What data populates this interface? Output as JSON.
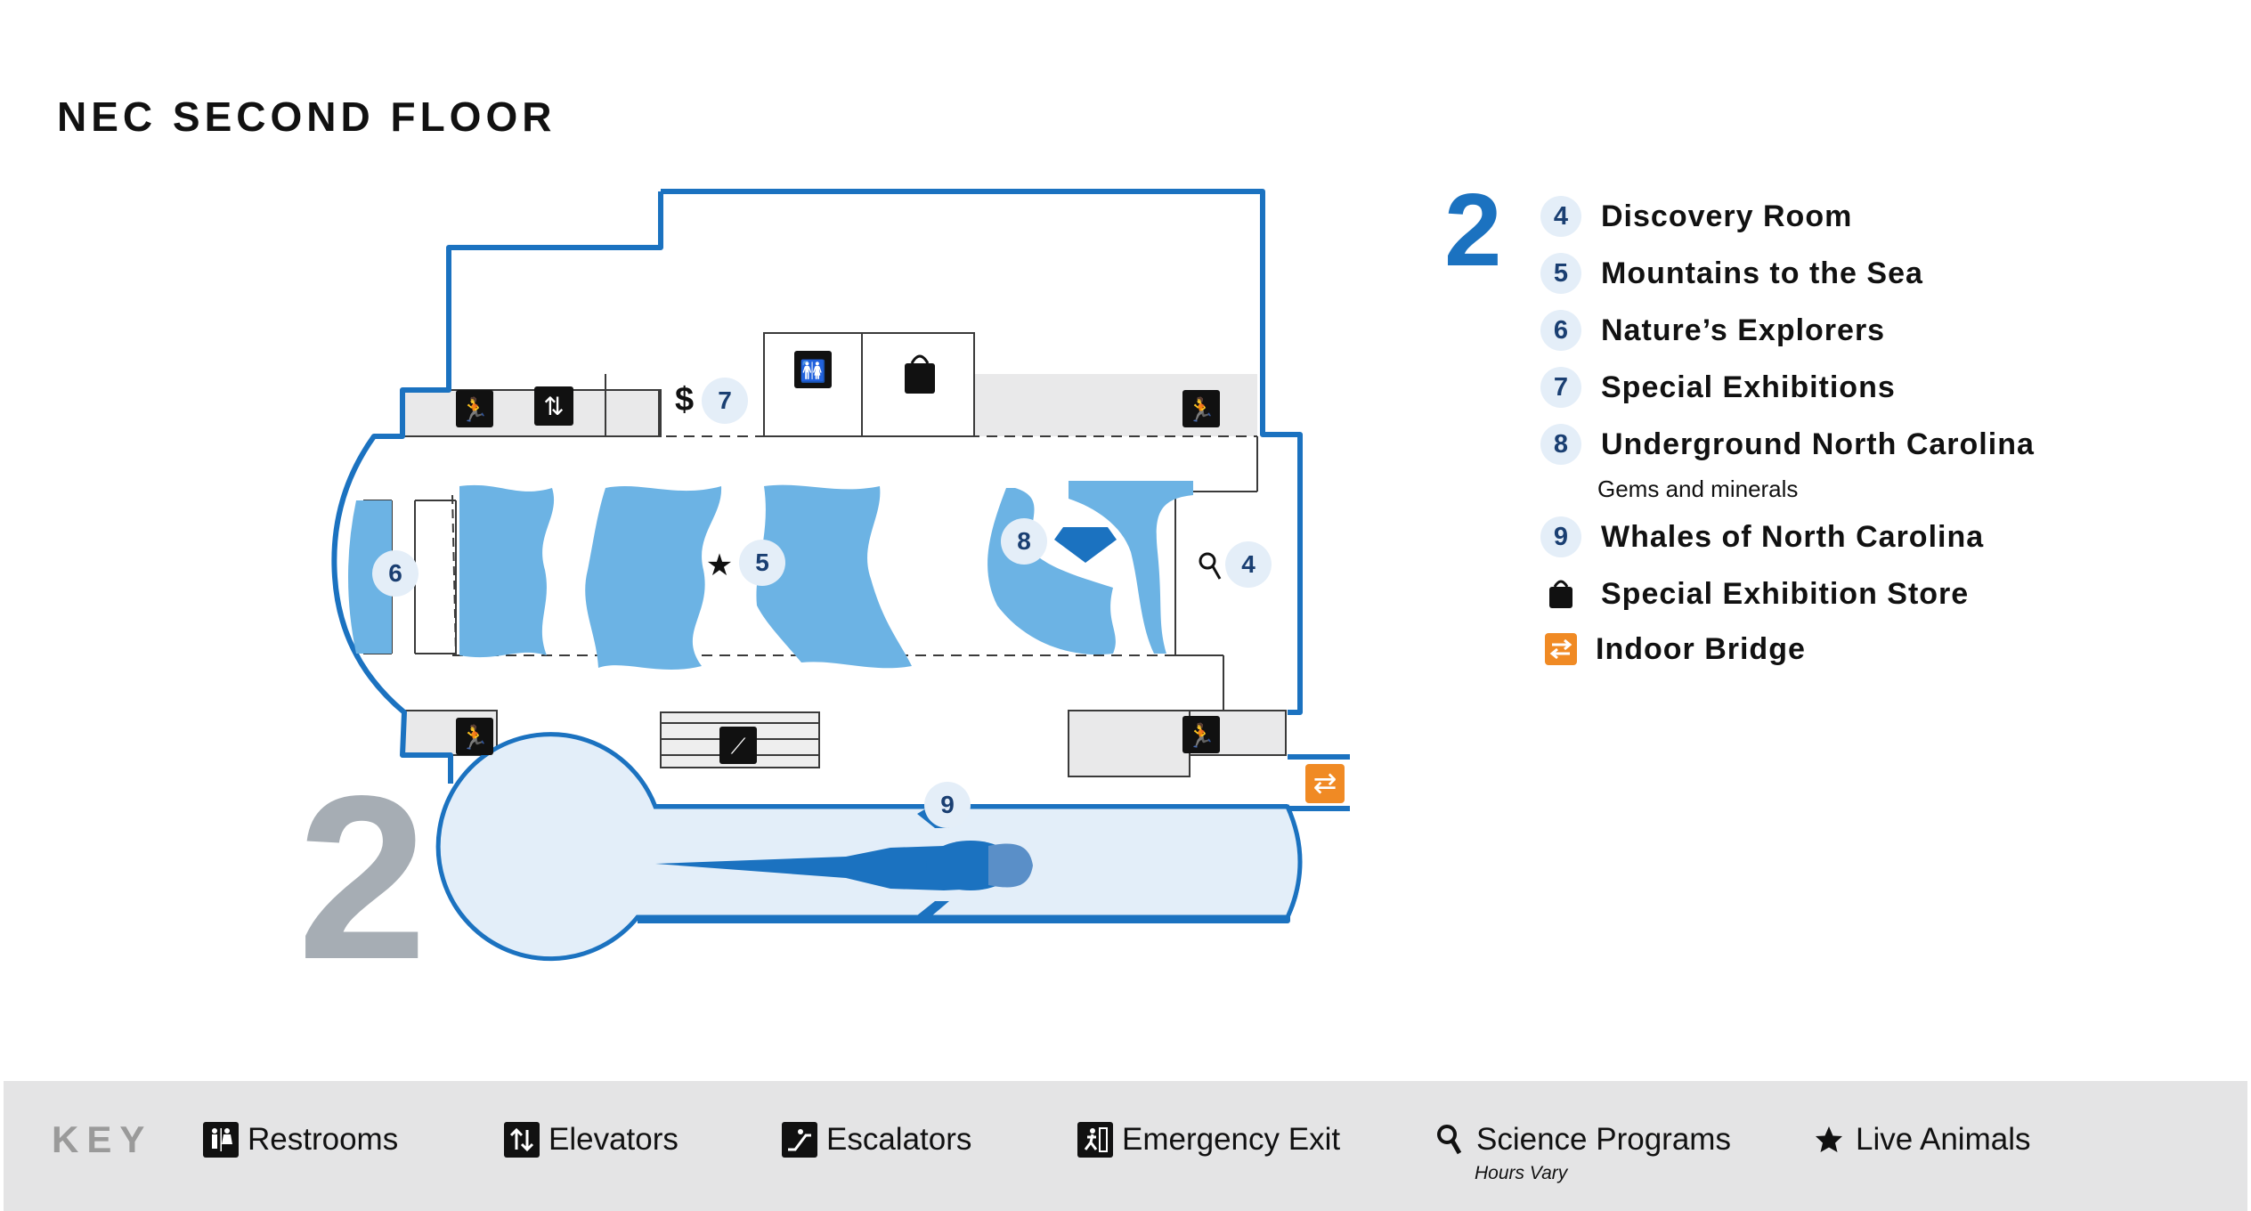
{
  "title": "NEC SECOND FLOOR",
  "floor_number": "2",
  "map_labels": {
    "exhibit_4": "4",
    "exhibit_5": "5",
    "exhibit_6": "6",
    "exhibit_7": "7",
    "exhibit_8": "8",
    "exhibit_9": "9",
    "atm_symbol": "$"
  },
  "legend": {
    "floor": "2",
    "items": [
      {
        "num": "4",
        "label": "Discovery Room"
      },
      {
        "num": "5",
        "label": "Mountains to the Sea"
      },
      {
        "num": "6",
        "label": "Nature’s Explorers"
      },
      {
        "num": "7",
        "label": "Special Exhibitions"
      },
      {
        "num": "8",
        "label": "Underground North Carolina",
        "sub": "Gems and minerals"
      },
      {
        "num": "9",
        "label": "Whales of North Carolina"
      }
    ],
    "store_label": "Special Exhibition Store",
    "bridge_label": "Indoor Bridge"
  },
  "key": {
    "title": "KEY",
    "restrooms": "Restrooms",
    "elevators": "Elevators",
    "escalators": "Escalators",
    "emergency_exit": "Emergency Exit",
    "science_programs": "Science Programs",
    "science_note": "Hours Vary",
    "live_animals": "Live Animals"
  },
  "colors": {
    "wall_blue": "#1b72c0",
    "exhibit_blue": "#6cb3e4",
    "light_blue": "#e3eef9",
    "gray_room": "#e9e9ea",
    "bridge_orange": "#f08a24",
    "floor_gray": "#a6adb4"
  }
}
